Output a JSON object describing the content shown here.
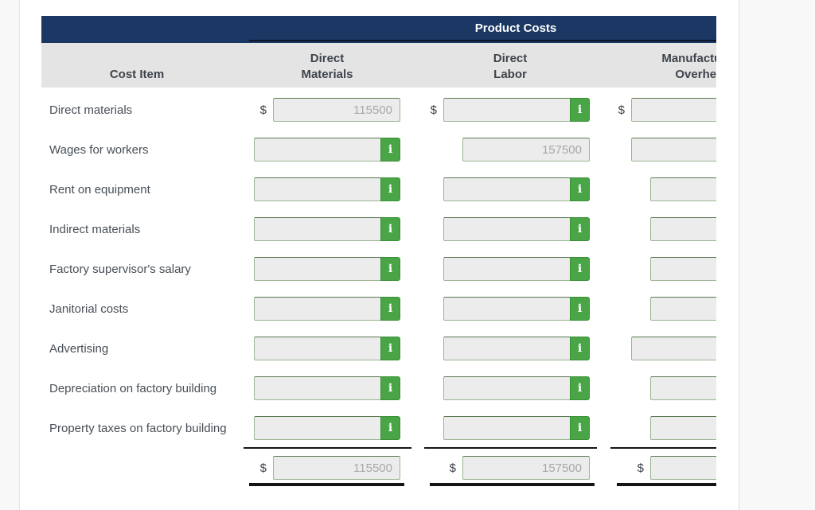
{
  "table": {
    "title": "Product Costs",
    "currency": "$",
    "info_glyph": "i",
    "columns": {
      "cost_item": "Cost Item",
      "dm1": "Direct",
      "dm2": "Materials",
      "dl1": "Direct",
      "dl2": "Labor",
      "moh1": "Manufacturing",
      "moh2": "Overhead"
    },
    "rows": [
      {
        "label": "Direct materials",
        "dm": {
          "dollar": true,
          "value": "115500",
          "info": false
        },
        "dl": {
          "dollar": true,
          "value": "",
          "info": true
        },
        "moh": {
          "dollar": true,
          "value": "",
          "info": true
        }
      },
      {
        "label": "Wages for workers",
        "dm": {
          "dollar": false,
          "value": "",
          "info": true
        },
        "dl": {
          "dollar": false,
          "value": "157500",
          "info": false
        },
        "moh": {
          "dollar": false,
          "value": "",
          "info": true
        }
      },
      {
        "label": "Rent on equipment",
        "dm": {
          "dollar": false,
          "value": "",
          "info": true
        },
        "dl": {
          "dollar": false,
          "value": "",
          "info": true
        },
        "moh": {
          "dollar": false,
          "value": "",
          "info": false
        }
      },
      {
        "label": "Indirect materials",
        "dm": {
          "dollar": false,
          "value": "",
          "info": true
        },
        "dl": {
          "dollar": false,
          "value": "",
          "info": true
        },
        "moh": {
          "dollar": false,
          "value": "",
          "info": false
        }
      },
      {
        "label": "Factory supervisor's salary",
        "dm": {
          "dollar": false,
          "value": "",
          "info": true
        },
        "dl": {
          "dollar": false,
          "value": "",
          "info": true
        },
        "moh": {
          "dollar": false,
          "value": "",
          "info": false
        }
      },
      {
        "label": "Janitorial costs",
        "dm": {
          "dollar": false,
          "value": "",
          "info": true
        },
        "dl": {
          "dollar": false,
          "value": "",
          "info": true
        },
        "moh": {
          "dollar": false,
          "value": "",
          "info": false
        }
      },
      {
        "label": "Advertising",
        "dm": {
          "dollar": false,
          "value": "",
          "info": true
        },
        "dl": {
          "dollar": false,
          "value": "",
          "info": true
        },
        "moh": {
          "dollar": false,
          "value": "",
          "info": true
        }
      },
      {
        "label": "Depreciation on factory building",
        "dm": {
          "dollar": false,
          "value": "",
          "info": true
        },
        "dl": {
          "dollar": false,
          "value": "",
          "info": true
        },
        "moh": {
          "dollar": false,
          "value": "",
          "info": false
        }
      },
      {
        "label": "Property taxes on factory building",
        "dm": {
          "dollar": false,
          "value": "",
          "info": true
        },
        "dl": {
          "dollar": false,
          "value": "",
          "info": true
        },
        "moh": {
          "dollar": false,
          "value": "",
          "info": false
        }
      }
    ],
    "total": {
      "dm": {
        "dollar": true,
        "value": "115500",
        "info": false
      },
      "dl": {
        "dollar": true,
        "value": "157500",
        "info": false
      },
      "moh": {
        "dollar": true,
        "value": "",
        "info": false
      }
    }
  },
  "colors": {
    "header_navy": "#1b3764",
    "info_green": "#4aa546",
    "header_band_gray": "#e4e4e4",
    "input_fill": "#ececec",
    "input_border_green": "#9ab591",
    "value_gray": "#a8a8a8"
  }
}
